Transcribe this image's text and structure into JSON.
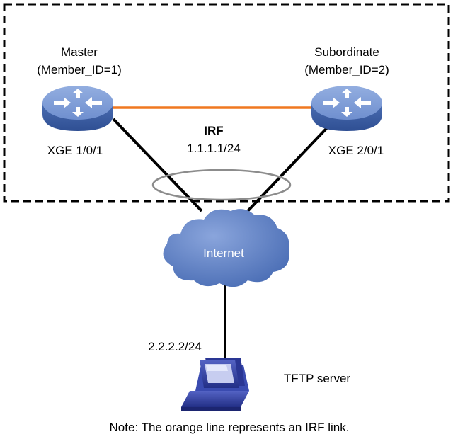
{
  "irf_group": {
    "label": "IRF",
    "ip": "1.1.1.1/24"
  },
  "master": {
    "role": "Master",
    "member_id": "(Member_ID=1)",
    "port": "XGE 1/0/1",
    "icon": "switch-icon"
  },
  "subordinate": {
    "role": "Subordinate",
    "member_id": "(Member_ID=2)",
    "port": "XGE 2/0/1",
    "icon": "switch-icon"
  },
  "internet": {
    "label": "Internet",
    "icon": "cloud-icon"
  },
  "tftp": {
    "label": "TFTP server",
    "ip": "2.2.2.2/24",
    "icon": "computer-icon"
  },
  "note": "Note: The orange line represents an IRF link.",
  "colors": {
    "irf_link": "#f07820",
    "switch_body": "#4f74b8",
    "cloud": "#5b7ec2",
    "computer": "#2e3f9e",
    "ellipse": "#8c8c8c"
  }
}
